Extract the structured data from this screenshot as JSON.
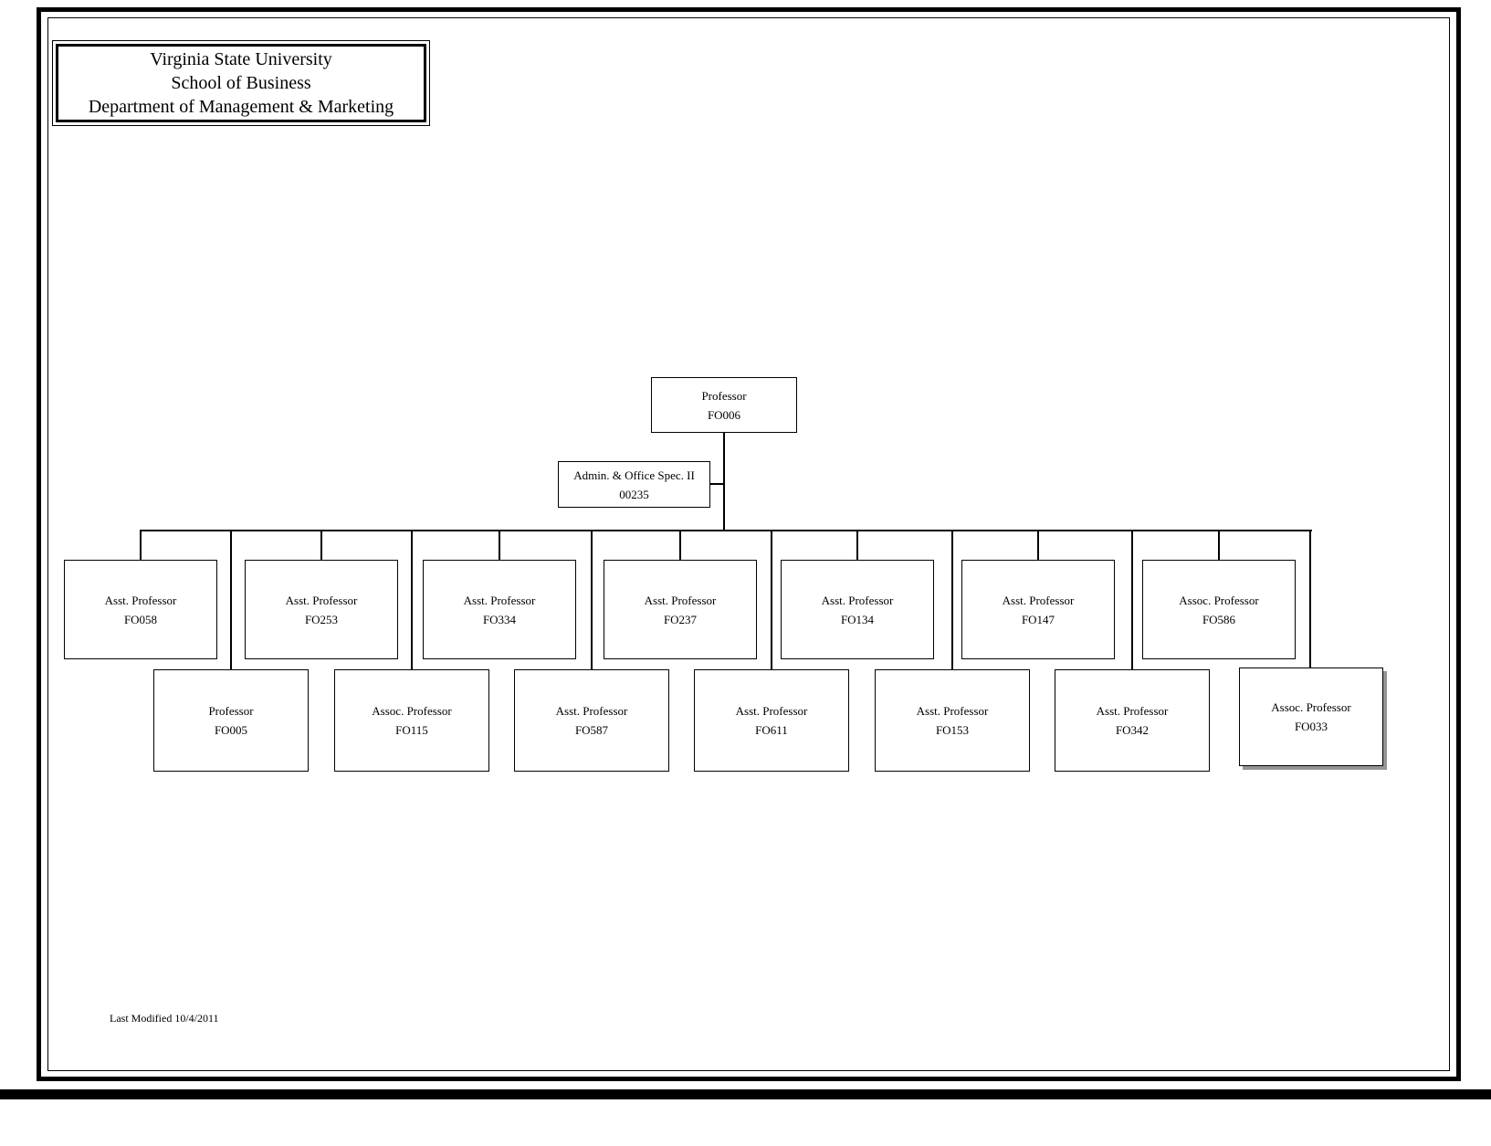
{
  "header": {
    "title_lines": [
      "Virginia State University",
      "School of Business",
      "Department of Management & Marketing"
    ]
  },
  "footer": {
    "last_modified": "Last Modified  10/4/2011"
  },
  "org": {
    "root": {
      "title": "Professor",
      "id": "FO006"
    },
    "assistant": {
      "title": "Admin. & Office Spec. II",
      "id": "00235"
    },
    "row1": [
      {
        "title": "Asst. Professor",
        "id": "FO058"
      },
      {
        "title": "Asst. Professor",
        "id": "FO253"
      },
      {
        "title": "Asst. Professor",
        "id": "FO334"
      },
      {
        "title": "Asst. Professor",
        "id": "FO237"
      },
      {
        "title": "Asst. Professor",
        "id": "FO134"
      },
      {
        "title": "Asst. Professor",
        "id": "FO147"
      },
      {
        "title": "Assoc. Professor",
        "id": "FO586"
      }
    ],
    "row2": [
      {
        "title": "Professor",
        "id": "FO005"
      },
      {
        "title": "Assoc. Professor",
        "id": "FO115"
      },
      {
        "title": "Asst. Professor",
        "id": "FO587"
      },
      {
        "title": "Asst. Professor",
        "id": "FO611"
      },
      {
        "title": "Asst. Professor",
        "id": "FO153"
      },
      {
        "title": "Asst. Professor",
        "id": "FO342"
      },
      {
        "title": "Assoc. Professor",
        "id": "FO033"
      }
    ]
  }
}
